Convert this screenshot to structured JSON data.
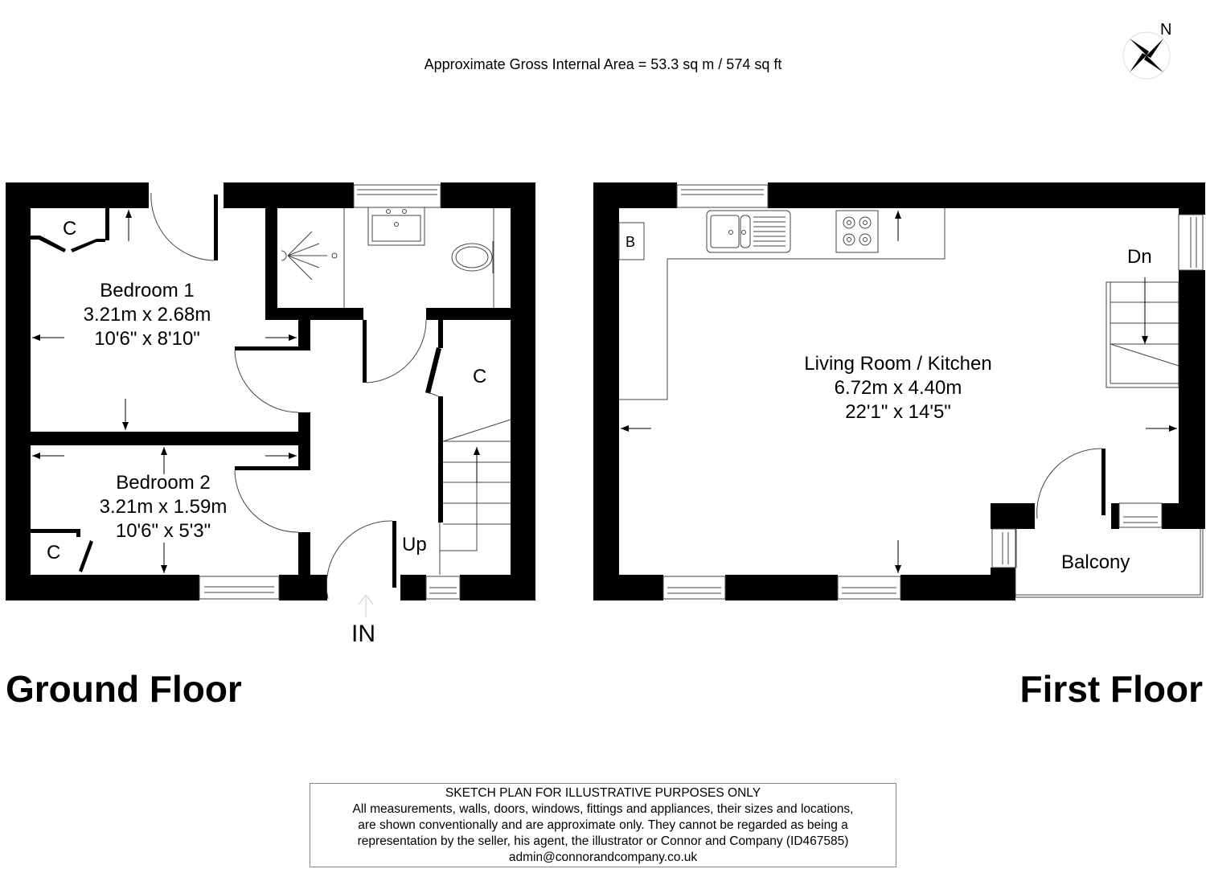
{
  "header": {
    "area_text": "Approximate Gross Internal Area = 53.3 sq m / 574 sq ft",
    "compass_label": "N",
    "compass_icon": "compass-rose-icon"
  },
  "ground_floor": {
    "title": "Ground Floor",
    "rooms": [
      {
        "name": "Bedroom 1",
        "metric": "3.21m x 2.68m",
        "imperial": "10'6\" x 8'10\""
      },
      {
        "name": "Bedroom 2",
        "metric": "3.21m x 1.59m",
        "imperial": "10'6\" x 5'3\""
      }
    ],
    "cupboards": [
      "C",
      "C",
      "C"
    ],
    "stairs_label": "Up",
    "entrance_label": "IN",
    "fixtures": [
      "shower",
      "basin",
      "toilet"
    ]
  },
  "first_floor": {
    "title": "First Floor",
    "rooms": [
      {
        "name": "Living Room / Kitchen",
        "metric": "6.72m x 4.40m",
        "imperial": "22'1\" x 14'5\""
      },
      {
        "name": "Balcony"
      }
    ],
    "boiler_label": "B",
    "stairs_label": "Dn",
    "fixtures": [
      "sink-drainer",
      "hob"
    ]
  },
  "disclaimer": {
    "heading": "SKETCH PLAN FOR ILLUSTRATIVE PURPOSES ONLY",
    "line1": "All measurements, walls, doors, windows, fittings and appliances, their sizes and locations,",
    "line2": "are shown conventionally and are approximate only. They cannot be regarded as being a",
    "line3": "representation by the seller, his agent, the illustrator or Connor and Company (ID467585)",
    "email": "admin@connorandcompany.co.uk"
  },
  "colors": {
    "wall": "#000000",
    "line": "#555555",
    "background": "#ffffff"
  }
}
